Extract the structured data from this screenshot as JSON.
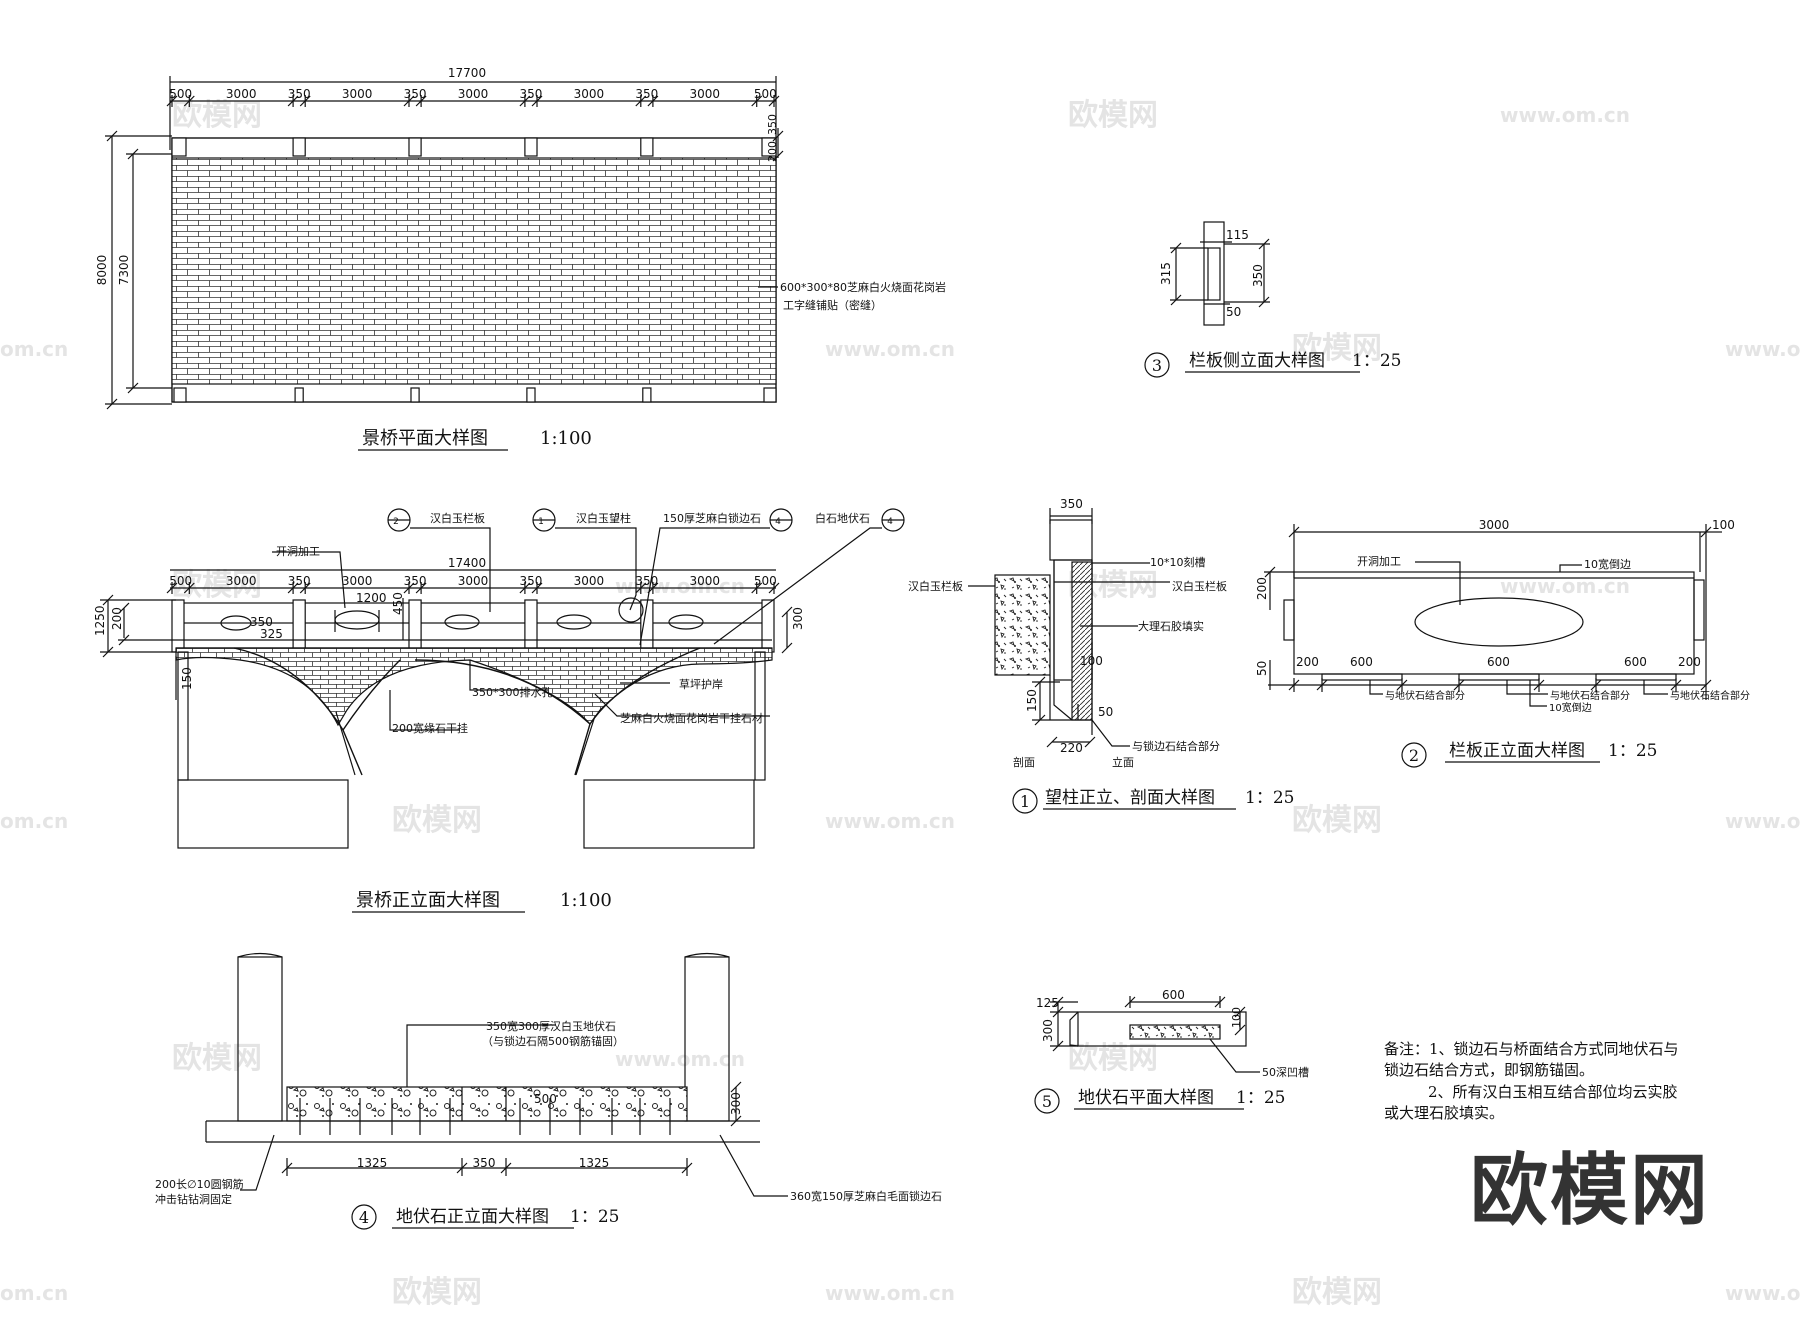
{
  "watermark": {
    "text": "欧模网",
    "url": "www.om.cn",
    "url_short": "om.cn"
  },
  "brand": "欧模网",
  "plan": {
    "title": "景桥平面大样图",
    "scale": "1:100",
    "dims_top": [
      "500",
      "3000",
      "350",
      "3000",
      "350",
      "3000",
      "350",
      "3000",
      "350",
      "3000",
      "500"
    ],
    "total": "17700",
    "left_outer": "8000",
    "left_inner": "7300",
    "right_small": "200",
    "right_small2": "350",
    "note1": "600*300*80芝麻白火烧面花岗岩",
    "note2": "工字缝铺贴（密缝）"
  },
  "elev": {
    "title": "景桥正立面大样图",
    "scale": "1:100",
    "dims_top": [
      "500",
      "3000",
      "350",
      "3000",
      "350",
      "3000",
      "350",
      "3000",
      "350",
      "3000",
      "500"
    ],
    "total": "17400",
    "d1200": "1200",
    "d350": "350",
    "d325": "325",
    "d450": "450",
    "d1250": "1250",
    "d200": "200",
    "d300": "300",
    "d150": "150",
    "callouts": [
      "汉白玉栏板",
      "汉白玉望柱",
      "150厚芝麻白锁边石",
      "白石地伏石"
    ],
    "callout_nums": [
      "2",
      "1",
      "4",
      "4"
    ],
    "opening": "开洞加工",
    "grass": "草坪护岸",
    "drain": "350*300排水孔",
    "edge": "200宽缘石干挂",
    "granite": "芝麻白火烧面花岗岩干挂石材"
  },
  "d3": {
    "num": "3",
    "title": "栏板侧立面大样图",
    "scale": "1：25",
    "dims": [
      "315",
      "115",
      "350",
      "50"
    ]
  },
  "d1": {
    "num": "1",
    "title": "望柱正立、剖面大样图",
    "scale": "1：25",
    "d350": "350",
    "d100": "100",
    "d150": "150",
    "d50": "50",
    "d220": "220",
    "labels": [
      "汉白玉栏板",
      "10*10刻槽",
      "汉白玉栏板",
      "大理石胶填实",
      "与锁边石结合部分",
      "剖面",
      "立面"
    ]
  },
  "d2": {
    "num": "2",
    "title": "栏板正立面大样图",
    "scale": "1：25",
    "total": "3000",
    "d100": "100",
    "d200": "200",
    "d50": "50",
    "bottom": [
      "200",
      "600",
      "600",
      "600",
      "200"
    ],
    "labels": [
      "开洞加工",
      "10宽倒边",
      "与地伏石结合部分",
      "与地伏石结合部分",
      "与地伏石结合部分",
      "10宽倒边"
    ]
  },
  "d4": {
    "num": "4",
    "title": "地伏石正立面大样图",
    "scale": "1：25",
    "dims": [
      "1325",
      "350",
      "1325"
    ],
    "d500": "500",
    "d300": "300",
    "note1": "350宽300厚汉白玉地伏石",
    "note2": "（与锁边石隔500钢筋锚固）",
    "rebar1": "200长∅10圆钢筋",
    "rebar2": "冲击钻钻洞固定",
    "edge": "360宽150厚芝麻白毛面锁边石"
  },
  "d5": {
    "num": "5",
    "title": "地伏石平面大样图",
    "scale": "1：25",
    "d600": "600",
    "d125": "125",
    "d300": "300",
    "d100": "100",
    "groove": "50深凹槽"
  },
  "notes": {
    "l1": "备注：1、锁边石与桥面结合方式同地伏石与",
    "l2": "锁边石结合方式，即钢筋锚固。",
    "l3": "2、所有汉白玉相互结合部位均云实胶",
    "l4": "或大理石胶填实。"
  }
}
